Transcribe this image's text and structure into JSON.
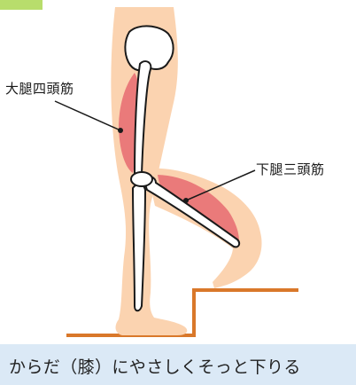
{
  "labels": {
    "quadriceps": "大腿四頭筋",
    "calf": "下腿三頭筋"
  },
  "caption": "からだ（膝）にやさしくそっと下りる",
  "colors": {
    "skin": "#fbd3b0",
    "bone": "#ffffff",
    "muscle": "#ea7a7a",
    "stairs": "#d9782a",
    "caption_bg": "#dbe9f6",
    "corner_tab": "#b8dd6c"
  }
}
